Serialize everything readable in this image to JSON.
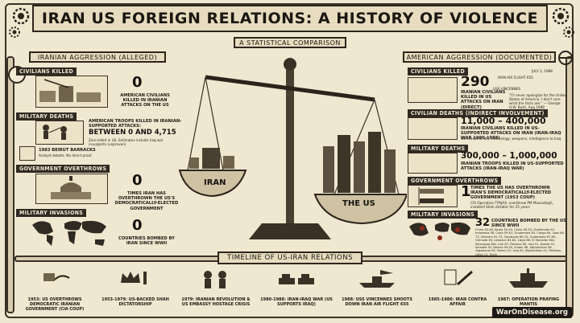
{
  "title": "IRAN US FOREIGN RELATIONS: A HISTORY OF VIOLENCE",
  "subtitle": "A STATISTICAL COMPARISON",
  "left": {
    "header": "IRANIAN AGGRESSION (ALLEGED)",
    "civilians": {
      "label": "CIVILIANS KILLED",
      "value": "0",
      "desc": "AMERICAN CIVILIANS KILLED IN IRANIAN ATTACKS ON THE US"
    },
    "military": {
      "label": "MILITARY DEATHS",
      "desc": "AMERICAN TROOPS KILLED IN IRANIAN-SUPPORTED ATTACKS:",
      "value": "BETWEEN 0 AND 4,715",
      "note": "Zero killed in US. Estimates include Iraq war insurgents (unproven)",
      "beirut": "1983 BEIRUT BARRACKS",
      "beirut_note": "Analyst debate. No direct proof."
    },
    "overthrows": {
      "label": "GOVERNMENT OVERTHROWS",
      "value": "0",
      "desc": "TIMES IRAN HAS OVERTHROWN THE US'S DEMOCRATICALLY-ELECTED GOVERNMENT"
    },
    "invasions": {
      "label": "MILITARY INVASIONS",
      "value": "0",
      "desc": "COUNTRIES BOMBED BY IRAN SINCE WWII"
    }
  },
  "right": {
    "header": "AMERICAN AGGRESSION (DOCUMENTED)",
    "civilians": {
      "label": "CIVILIANS KILLED",
      "value": "290",
      "desc": "IRANIAN CIVILIANS KILLED IN US ATTACKS ON IRAN (DIRECT)",
      "flight": "IRAN AIR FLIGHT 655",
      "ship": "USS VINCENNES",
      "date": "JULY 3, 1988",
      "quote": "\"I'll never apologize for the United States of America. I don't care what the facts are.\" — George H.W. Bush, Aug 1988"
    },
    "indirect": {
      "label": "CIVILIAN DEATHS (INDIRECT INVOLVEMENT)",
      "value": "11,000 – 400,000",
      "desc": "IRANIAN CIVILIANS KILLED IN US-SUPPORTED ATTACKS ON IRAN (IRAN-IRAQ WAR 1980-1988)",
      "note": "US economic aid, technology, weapons, intelligence to Iraq"
    },
    "military": {
      "label": "MILITARY DEATHS",
      "value": "300,000 – 1,000,000",
      "desc": "IRANIAN TROOPS KILLED IN US-SUPPORTED ATTACKS (IRAN-IRAQ WAR)"
    },
    "overthrows": {
      "label": "GOVERNMENT OVERTHROWS",
      "value": "1",
      "desc": "TIMES THE US HAS OVERTHROWN IRAN'S DEMOCRATICALLY-ELECTED GOVERNMENT (1953 COUP)",
      "note": "CIA Operation TPAJAX, overthrew PM Mossadegh, installed Shah dictator for 25 years"
    },
    "invasions": {
      "label": "MILITARY INVASIONS",
      "value": "32",
      "desc": "COUNTRIES BOMBED BY THE US SINCE WWII",
      "list": "China 45-46, Korea 50-53, China 50-53, Guatemala 54, Indonesia 58, Cuba 59-61, Guatemala 60, Congo 64, Laos 64-73, Vietnam 61-73, Cambodia 69-70, Guatemala 67-69, Grenada 83, Lebanon 83-84, Libya 86, El Salvador 80s, Nicaragua 80s, Iran 87, Panama 89, Iraq 91, Kuwait 91, Somalia 93, Bosnia 94-95, Sudan 98, Afghanistan 98, Yugoslavia 99, Yemen 02, Iraq 03, Afghanistan 01, Pakistan, Libya 11, Syria"
    }
  },
  "scale": {
    "left_pan": "IRAN",
    "right_pan": "THE US"
  },
  "timeline": {
    "header": "TIMELINE OF US-IRAN RELATIONS",
    "events": [
      "1953: US OVERTHROWS DEMOCRATIC IRANIAN GOVERNMENT (CIA COUP)",
      "1953-1979: US-BACKED SHAH DICTATORSHIP",
      "1979: IRANIAN REVOLUTION & US EMBASSY HOSTAGE CRISIS",
      "1980-1988: IRAN-IRAQ WAR (US SUPPORTS IRAQ)",
      "1988: USS VINCENNES SHOOTS DOWN IRAN AIR FLIGHT 655",
      "1985-1986: IRAN CONTRA AFFAIR",
      "1987: OPERATION PRAYING MANTIS"
    ]
  },
  "credit": "WarOnDisease.org"
}
